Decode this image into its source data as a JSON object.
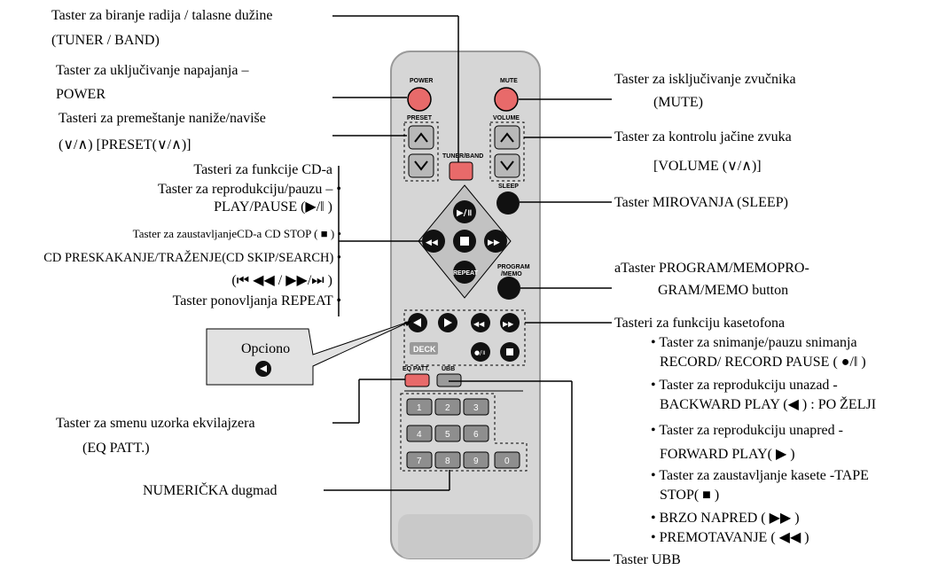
{
  "labels": {
    "tuner_band_1": "Taster za biranje radija / talasne dužine",
    "tuner_band_2": "(TUNER / BAND)",
    "power_1": "Taster za uključivanje napajanja –",
    "power_2": "POWER",
    "preset_1": "Tasteri za premeštanje naniže/naviše",
    "preset_2": "(∨/∧) [PRESET(∨/∧)]",
    "cd_header": "Tasteri za funkcije CD-a",
    "cd_play_1": "Taster za reprodukciju/pauzu – •",
    "cd_play_2": "PLAY/PAUSE (▶/‖ )",
    "cd_stop": "Taster za zaustavljanjeCD-a CD STOP ( ■ ) •",
    "cd_skip": "CD PRESKAKANJE/TRAŽENJE(CD SKIP/SEARCH) •",
    "cd_skip_icons": "(⏮ ◀◀ / ▶▶/⏭ )",
    "cd_repeat": "Taster ponovljanja REPEAT •",
    "optional_title": "Opciono",
    "eq_1": "Taster za smenu uzorka ekvilajzera",
    "eq_2": "(EQ PATT.)",
    "numeric": "NUMERIČKA dugmad",
    "mute_1": "Taster za isključivanje zvučnika",
    "mute_2": "(MUTE)",
    "volume_1": "Taster za kontrolu jačine zvuka",
    "volume_2": "[VOLUME (∨/∧)]",
    "sleep": "Taster MIROVANJA (SLEEP)",
    "program_1": "aTaster PROGRAM/MEMOPRO-",
    "program_2": "GRAM/MEMO button",
    "tape_header": "Tasteri za funkciju kasetofona",
    "tape_rec_1": "• Taster za snimanje/pauzu snimanja",
    "tape_rec_2": "RECORD/ RECORD PAUSE ( ●/‖ )",
    "tape_back_1": "• Taster za reprodukciju unazad -",
    "tape_back_2": "BACKWARD PLAY (◀ ) : PO ŽELJI",
    "tape_fwd_1": "• Taster za reprodukciju unapred -",
    "tape_fwd_2": "FORWARD PLAY( ▶ )",
    "tape_stop_1": "• Taster za zaustavljanje kasete -TAPE",
    "tape_stop_2": "STOP( ■ )",
    "tape_ff": "• BRZO NAPRED ( ▶▶ )",
    "tape_rew": "• PREMOTAVANJE ( ◀◀ )",
    "ubb": "Taster UBB"
  },
  "remote": {
    "power": "POWER",
    "mute": "MUTE",
    "preset": "PRESET",
    "volume": "VOLUME",
    "tuner_band": "TUNER/BAND",
    "sleep": "SLEEP",
    "program_1": "PROGRAM",
    "program_2": "/MEMO",
    "repeat": "REPEAT",
    "deck": "DECK",
    "eq_patt": "EQ PATT.",
    "ubb": "UBB",
    "digits": [
      "1",
      "2",
      "3",
      "4",
      "5",
      "6",
      "7",
      "8",
      "9",
      "0"
    ]
  },
  "colors": {
    "remote_body": "#d6d6d6",
    "remote_edge": "#9a9a9a",
    "red_button": "#e86a6a",
    "dark_button": "#111111",
    "light_button": "#b8b8b8",
    "gray_digit": "#8e8e8e"
  }
}
